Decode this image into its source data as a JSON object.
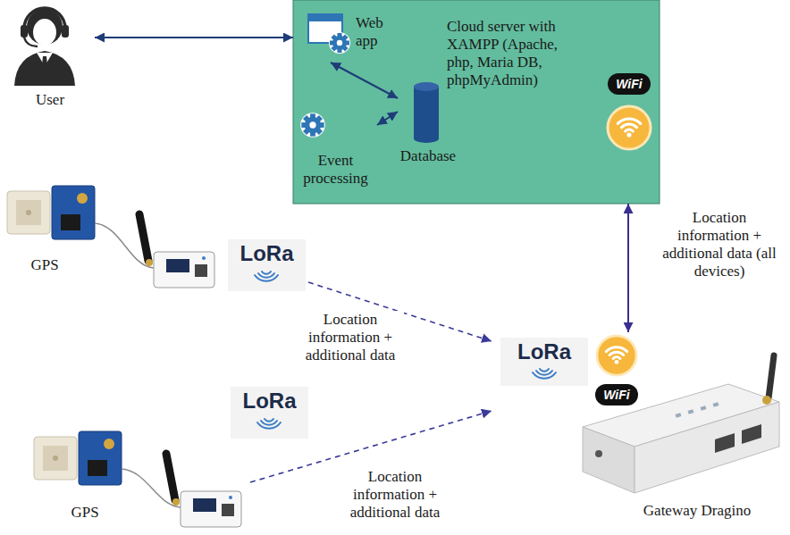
{
  "diagram": {
    "nodes": [
      {
        "text": [
          "User"
        ]
      },
      {
        "text": [
          "Cloud server with XAMPP (Apache, php, Maria DB, phpMyAdmin)"
        ]
      },
      {
        "text": [
          "Web app"
        ],
        "in": 1
      },
      {
        "text": [
          "Database"
        ],
        "in": 1
      },
      {
        "text": [
          "Event processing"
        ],
        "in": 1
      },
      {
        "text": [
          "GPS"
        ]
      },
      {
        "text": [
          "GPS"
        ]
      },
      {
        "text": [
          "Gateway Dragino"
        ]
      }
    ],
    "edges": [
      {
        "from": 0,
        "to": 1,
        "arrow": "both"
      },
      {
        "from": 2,
        "to": 3,
        "arrow": "both"
      },
      {
        "from": 4,
        "to": 3,
        "arrow": "both"
      },
      {
        "from": 1,
        "to": 7,
        "label": "Location information + additional data (all devices)",
        "arrow": "both"
      },
      {
        "from": 5,
        "to": 7,
        "label": "Location information + additional data",
        "arrow": "to"
      },
      {
        "from": 6,
        "to": 7,
        "label": "Location information + additional data",
        "arrow": "to"
      }
    ],
    "labels": [
      "WiFi",
      "LoRa",
      "LoRa",
      "WiFi",
      "LoRa"
    ]
  }
}
